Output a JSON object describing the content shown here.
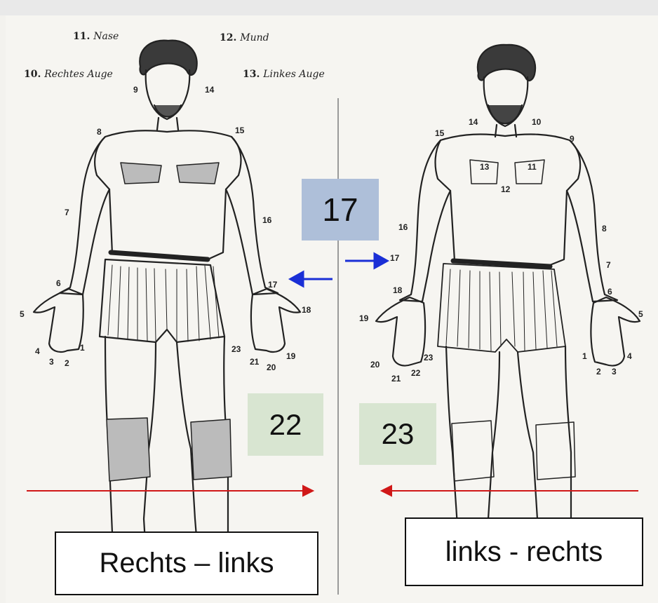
{
  "labels": {
    "item11": {
      "num": "11.",
      "text": "Nase"
    },
    "item12": {
      "num": "12.",
      "text": "Mund"
    },
    "item10": {
      "num": "10.",
      "text": "Rechtes Auge"
    },
    "item13": {
      "num": "13.",
      "text": "Linkes Auge"
    }
  },
  "highlight_boxes": {
    "box_17": "17",
    "box_22": "22",
    "box_23": "23"
  },
  "captions": {
    "left": "Rechts – links",
    "right": "links - rechts"
  },
  "left_figure_numbers": [
    "9",
    "14",
    "8",
    "15",
    "7",
    "16",
    "6",
    "17",
    "5",
    "18",
    "4",
    "3",
    "2",
    "1",
    "23",
    "21",
    "20",
    "19"
  ],
  "right_figure_numbers": [
    "14",
    "10",
    "15",
    "9",
    "13",
    "11",
    "12",
    "16",
    "8",
    "17",
    "7",
    "18",
    "6",
    "19",
    "5",
    "20",
    "21",
    "22",
    "23",
    "1",
    "2",
    "3",
    "4"
  ],
  "colors": {
    "blue_arrow": "#1a2fd6",
    "red_arrow": "#d01818",
    "box_17_fill": "#aebfd9",
    "box_22_23_fill": "#d8e5d1"
  }
}
